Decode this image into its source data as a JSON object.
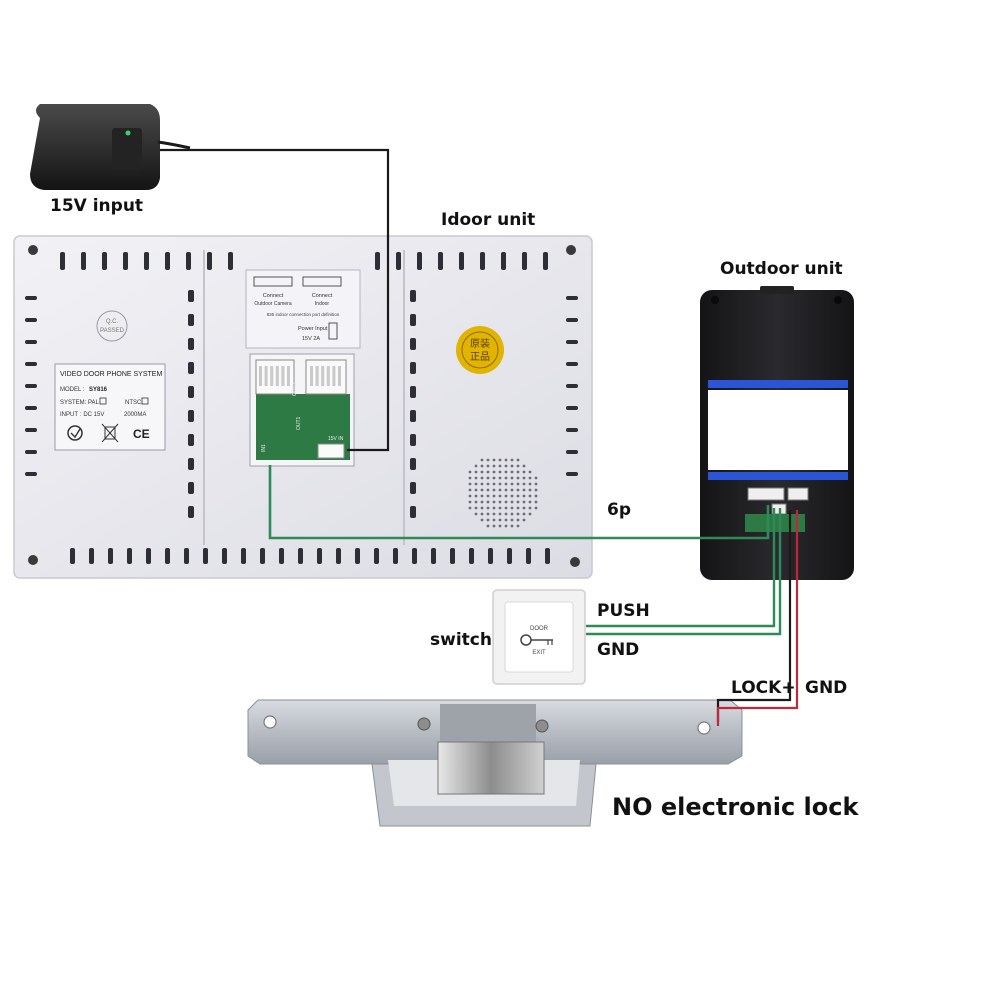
{
  "labels": {
    "power_input": "15V input",
    "indoor_unit": "Idoor unit",
    "outdoor_unit": "Outdoor unit",
    "cable_6p": "6p",
    "push": "PUSH",
    "gnd_switch": "GND",
    "switch": "switch",
    "lock_plus": "LOCK+",
    "gnd_lock": "GND",
    "lock_title": "NO electronic lock"
  },
  "indoor_unit": {
    "port_outdoor_label": "Connect",
    "port_outdoor_sub": "Outdoor Camera",
    "port_indoor_label": "Connect",
    "port_indoor_sub": "Indoor",
    "port_note": "835 indoor connection port definition",
    "power_input_title": "Power Input",
    "power_input_value": "15V 2A",
    "qc_stamp_line1": "Q.C.",
    "qc_stamp_line2": "PASSED",
    "seal_text": "原装\n正品",
    "seal_line1": "原装",
    "seal_line2": "正品",
    "pcb_power_label": "15V IN",
    "pcb_out_label": "OUT2",
    "pcb_out_label2": "OUT1",
    "pcb_in_label": "IN1",
    "nameplate": {
      "title": "VIDEO DOOR PHONE SYSTEM",
      "model_label": "MODEL :",
      "model_value": "SY816",
      "system_label": "SYSTEM: PAL",
      "ntsc_label": "NTSC",
      "input_label": "INPUT",
      "input_value": ": DC 15V",
      "current_value": "2000MA",
      "ce_mark": "CE"
    }
  },
  "exit_button": {
    "line1": "DOOR",
    "line2": "EXIT"
  },
  "colors": {
    "green_wire": "#2e8b57",
    "black_wire": "#1a1a1a",
    "red_wire": "#c0283a",
    "panel": "#e9e9ef",
    "outdoor_body": "#1c1c1e",
    "blue_band": "#2a55d6",
    "seal_gold": "#e0b400"
  }
}
